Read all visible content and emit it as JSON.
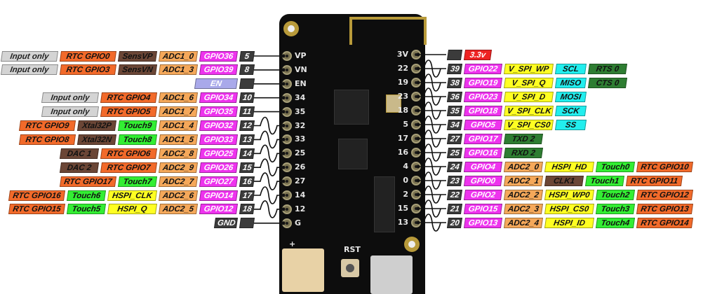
{
  "colors": {
    "input": "#d4d4d4",
    "rtc": "#f26a2a",
    "brown": "#6b4636",
    "adc": "#f5a85a",
    "gpio": "#ee33ee",
    "num": "#3b3b3b",
    "en": "#a9a9ea",
    "touch": "#33ee33",
    "spi": "#ffff22",
    "cyan": "#22eeee",
    "uart": "#2e7d32",
    "power": "#ee2222",
    "board": "#0d0d0d",
    "pad": "#b89a3a"
  },
  "board": {
    "left_labels": [
      "VP",
      "VN",
      "EN",
      "34",
      "35",
      "32",
      "33",
      "25",
      "26",
      "27",
      "14",
      "12",
      "G"
    ],
    "right_labels": [
      "3V",
      "22",
      "19",
      "23",
      "18",
      "5",
      "17",
      "16",
      "4",
      "0",
      "2",
      "15",
      "13"
    ],
    "rst_label": "RST",
    "battery_label": "+"
  },
  "left_pins": [
    {
      "pwm": false,
      "labels": [
        {
          "t": "5",
          "c": "num"
        },
        {
          "t": "GPIO36",
          "c": "gpio"
        },
        {
          "t": "ADC1_0",
          "c": "adc"
        },
        {
          "t": "SensVP",
          "c": "brown"
        },
        {
          "t": "RTC GPIO0",
          "c": "rtc"
        },
        {
          "t": "Input only",
          "c": "input"
        }
      ]
    },
    {
      "pwm": false,
      "labels": [
        {
          "t": "8",
          "c": "num"
        },
        {
          "t": "GPIO39",
          "c": "gpio"
        },
        {
          "t": "ADC1_3",
          "c": "adc"
        },
        {
          "t": "SensVN",
          "c": "brown"
        },
        {
          "t": "RTC GPIO3",
          "c": "rtc"
        },
        {
          "t": "Input only",
          "c": "input"
        }
      ]
    },
    {
      "pwm": false,
      "labels": [
        {
          "t": "",
          "c": "num"
        },
        {
          "t": "EN",
          "c": "en"
        }
      ]
    },
    {
      "pwm": false,
      "labels": [
        {
          "t": "10",
          "c": "num"
        },
        {
          "t": "GPIO34",
          "c": "gpio"
        },
        {
          "t": "ADC1_6",
          "c": "adc"
        },
        {
          "t": "RTC GPIO4",
          "c": "rtc"
        },
        {
          "t": "Input only",
          "c": "input"
        }
      ]
    },
    {
      "pwm": false,
      "labels": [
        {
          "t": "11",
          "c": "num"
        },
        {
          "t": "GPIO35",
          "c": "gpio"
        },
        {
          "t": "ADC1_7",
          "c": "adc"
        },
        {
          "t": "RTC GPIO5",
          "c": "rtc"
        },
        {
          "t": "Input only",
          "c": "input"
        }
      ]
    },
    {
      "pwm": true,
      "labels": [
        {
          "t": "12",
          "c": "num"
        },
        {
          "t": "GPIO32",
          "c": "gpio"
        },
        {
          "t": "ADC1_4",
          "c": "adc"
        },
        {
          "t": "Touch9",
          "c": "touch"
        },
        {
          "t": "Xtal32P",
          "c": "brown"
        },
        {
          "t": "RTC GPIO9",
          "c": "rtc"
        }
      ]
    },
    {
      "pwm": true,
      "labels": [
        {
          "t": "13",
          "c": "num"
        },
        {
          "t": "GPIO33",
          "c": "gpio"
        },
        {
          "t": "ADC1_5",
          "c": "adc"
        },
        {
          "t": "Touch8",
          "c": "touch"
        },
        {
          "t": "Xtal32N",
          "c": "brown"
        },
        {
          "t": "RTC GPIO8",
          "c": "rtc"
        }
      ]
    },
    {
      "pwm": true,
      "labels": [
        {
          "t": "14",
          "c": "num"
        },
        {
          "t": "GPIO25",
          "c": "gpio"
        },
        {
          "t": "ADC2_8",
          "c": "adc"
        },
        {
          "t": "RTC GPIO6",
          "c": "rtc"
        },
        {
          "t": "DAC 1",
          "c": "brown"
        }
      ]
    },
    {
      "pwm": true,
      "labels": [
        {
          "t": "15",
          "c": "num"
        },
        {
          "t": "GPIO26",
          "c": "gpio"
        },
        {
          "t": "ADC2_9",
          "c": "adc"
        },
        {
          "t": "RTC GPIO7",
          "c": "rtc"
        },
        {
          "t": "DAC 2",
          "c": "brown"
        }
      ]
    },
    {
      "pwm": true,
      "labels": [
        {
          "t": "16",
          "c": "num"
        },
        {
          "t": "GPIO27",
          "c": "gpio"
        },
        {
          "t": "ADC2_7",
          "c": "adc"
        },
        {
          "t": "Touch7",
          "c": "touch"
        },
        {
          "t": "RTC GPIO17",
          "c": "rtc"
        }
      ]
    },
    {
      "pwm": true,
      "labels": [
        {
          "t": "17",
          "c": "num"
        },
        {
          "t": "GPIO14",
          "c": "gpio"
        },
        {
          "t": "ADC2_6",
          "c": "adc"
        },
        {
          "t": "HSPI_CLK",
          "c": "spi"
        },
        {
          "t": "Touch6",
          "c": "touch"
        },
        {
          "t": "RTC GPIO16",
          "c": "rtc"
        }
      ]
    },
    {
      "pwm": true,
      "labels": [
        {
          "t": "18",
          "c": "num"
        },
        {
          "t": "GPIO12",
          "c": "gpio"
        },
        {
          "t": "ADC2_5",
          "c": "adc"
        },
        {
          "t": "HSPI_Q",
          "c": "spi"
        },
        {
          "t": "Touch5",
          "c": "touch"
        },
        {
          "t": "RTC GPIO15",
          "c": "rtc"
        }
      ]
    },
    {
      "pwm": false,
      "labels": [
        {
          "t": "",
          "c": "num"
        },
        {
          "t": "GND",
          "c": "num"
        }
      ]
    }
  ],
  "right_pins": [
    {
      "pwm": false,
      "labels": [
        {
          "t": "",
          "c": "num"
        },
        {
          "t": "3.3v",
          "c": "power"
        }
      ]
    },
    {
      "pwm": true,
      "labels": [
        {
          "t": "39",
          "c": "num"
        },
        {
          "t": "GPIO22",
          "c": "gpio"
        },
        {
          "t": "V_SPI_WP",
          "c": "spi"
        },
        {
          "t": "SCL",
          "c": "cyan"
        },
        {
          "t": "RTS 0",
          "c": "uart"
        }
      ]
    },
    {
      "pwm": true,
      "labels": [
        {
          "t": "38",
          "c": "num"
        },
        {
          "t": "GPIO19",
          "c": "gpio"
        },
        {
          "t": "V_SPI_Q",
          "c": "spi"
        },
        {
          "t": "MISO",
          "c": "cyan"
        },
        {
          "t": "CTS 0",
          "c": "uart"
        }
      ]
    },
    {
      "pwm": true,
      "labels": [
        {
          "t": "36",
          "c": "num"
        },
        {
          "t": "GPIO23",
          "c": "gpio"
        },
        {
          "t": "V_SPI_D",
          "c": "spi"
        },
        {
          "t": "MOSI",
          "c": "cyan"
        }
      ]
    },
    {
      "pwm": true,
      "labels": [
        {
          "t": "35",
          "c": "num"
        },
        {
          "t": "GPIO18",
          "c": "gpio"
        },
        {
          "t": "V_SPI_CLK",
          "c": "spi"
        },
        {
          "t": "SCK",
          "c": "cyan"
        }
      ]
    },
    {
      "pwm": true,
      "labels": [
        {
          "t": "34",
          "c": "num"
        },
        {
          "t": "GPIO5",
          "c": "gpio"
        },
        {
          "t": "V_SPI_CS0",
          "c": "spi"
        },
        {
          "t": "SS",
          "c": "cyan"
        }
      ]
    },
    {
      "pwm": true,
      "labels": [
        {
          "t": "27",
          "c": "num"
        },
        {
          "t": "GPIO17",
          "c": "gpio"
        },
        {
          "t": "TXD 2",
          "c": "uart"
        }
      ]
    },
    {
      "pwm": true,
      "labels": [
        {
          "t": "25",
          "c": "num"
        },
        {
          "t": "GPIO16",
          "c": "gpio"
        },
        {
          "t": "RXD 2",
          "c": "uart"
        }
      ]
    },
    {
      "pwm": true,
      "labels": [
        {
          "t": "24",
          "c": "num"
        },
        {
          "t": "GPIO4",
          "c": "gpio"
        },
        {
          "t": "ADC2_0",
          "c": "adc"
        },
        {
          "t": "HSPI_HD",
          "c": "spi"
        },
        {
          "t": "Touch0",
          "c": "touch"
        },
        {
          "t": "RTC GPIO10",
          "c": "rtc"
        }
      ]
    },
    {
      "pwm": true,
      "labels": [
        {
          "t": "23",
          "c": "num"
        },
        {
          "t": "GPIO0",
          "c": "gpio"
        },
        {
          "t": "ADC2_1",
          "c": "adc"
        },
        {
          "t": "CLK1",
          "c": "brown"
        },
        {
          "t": "Touch1",
          "c": "touch"
        },
        {
          "t": "RTC GPIO11",
          "c": "rtc"
        }
      ]
    },
    {
      "pwm": true,
      "labels": [
        {
          "t": "22",
          "c": "num"
        },
        {
          "t": "GPIO2",
          "c": "gpio"
        },
        {
          "t": "ADC2_2",
          "c": "adc"
        },
        {
          "t": "HSPI_WP0",
          "c": "spi"
        },
        {
          "t": "Touch2",
          "c": "touch"
        },
        {
          "t": "RTC GPIO12",
          "c": "rtc"
        }
      ]
    },
    {
      "pwm": true,
      "labels": [
        {
          "t": "21",
          "c": "num"
        },
        {
          "t": "GPIO15",
          "c": "gpio"
        },
        {
          "t": "ADC2_3",
          "c": "adc"
        },
        {
          "t": "HSPI_CS0",
          "c": "spi"
        },
        {
          "t": "Touch3",
          "c": "touch"
        },
        {
          "t": "RTC GPIO13",
          "c": "rtc"
        }
      ]
    },
    {
      "pwm": true,
      "labels": [
        {
          "t": "20",
          "c": "num"
        },
        {
          "t": "GPIO13",
          "c": "gpio"
        },
        {
          "t": "ADC2_4",
          "c": "adc"
        },
        {
          "t": "HSPI_ID",
          "c": "spi"
        },
        {
          "t": "Touch4",
          "c": "touch"
        },
        {
          "t": "RTC GPIO14",
          "c": "rtc"
        }
      ]
    }
  ]
}
